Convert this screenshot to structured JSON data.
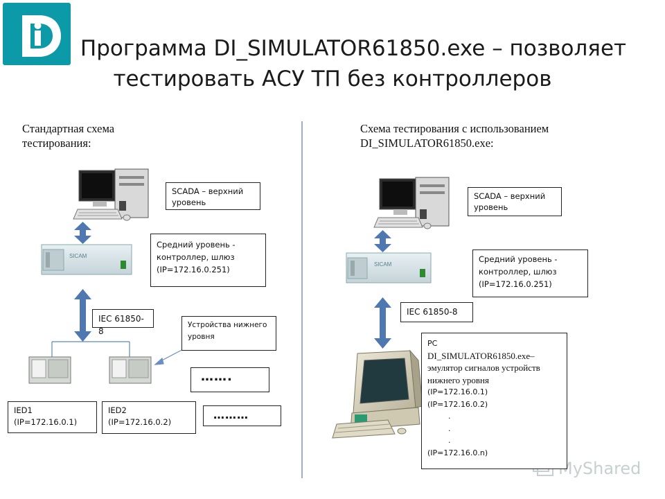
{
  "title": {
    "line1": "Программа DI_SIMULATOR61850.exe – позволяет",
    "line2": "тестировать АСУ ТП без контроллеров"
  },
  "logo": {
    "letters": "Di",
    "colors": {
      "bg": "#0d9aa8",
      "letter": "#ffffff"
    }
  },
  "left": {
    "heading_line1": "Стандартная схема",
    "heading_line2": "тестирования:",
    "scada_line1": "SCADA – верхний",
    "scada_line2": "уровень",
    "mid_line1": "Средний уровень -",
    "mid_line2": "контроллер, шлюз",
    "mid_line3": "(IP=172.16.0.251)",
    "protocol": "IEC 61850-8",
    "lower_line1": "Устройства нижнего",
    "lower_line2": "уровня",
    "dots1": "…….",
    "dots2": "………",
    "ied1_line1": "IED1",
    "ied1_line2": "(IP=172.16.0.1)",
    "ied2_line1": "IED2",
    "ied2_line2": "(IP=172.16.0.2)",
    "sicam_label": "SICAM"
  },
  "right": {
    "heading_line1": "Схема тестирования с использованием",
    "heading_line2": "DI_SIMULATOR61850.exe:",
    "scada_line1": "SCADA – верхний",
    "scada_line2": "уровень",
    "mid_line1": "Средний уровень -",
    "mid_line2": "контроллер, шлюз",
    "mid_line3": "(IP=172.16.0.251)",
    "protocol": "IEC 61850-8",
    "pc_line1": "PC",
    "pc_line2": "DI_SIMULATOR61850.exe–",
    "pc_line3": "эмулятор  сигналов устройств",
    "pc_line4": "нижнего уровня",
    "pc_line5": "(IP=172.16.0.1)",
    "pc_line6": "(IP=172.16.0.2)",
    "pc_dot": ".",
    "pc_line_last": "(IP=172.16.0.n)",
    "sicam_label": "SICAM"
  },
  "watermark": "MyShared",
  "colors": {
    "arrow": "#4f77b0",
    "divider": "#9aaed0",
    "sicam": "#d7e4ea",
    "ied": "#d5d9d4"
  }
}
